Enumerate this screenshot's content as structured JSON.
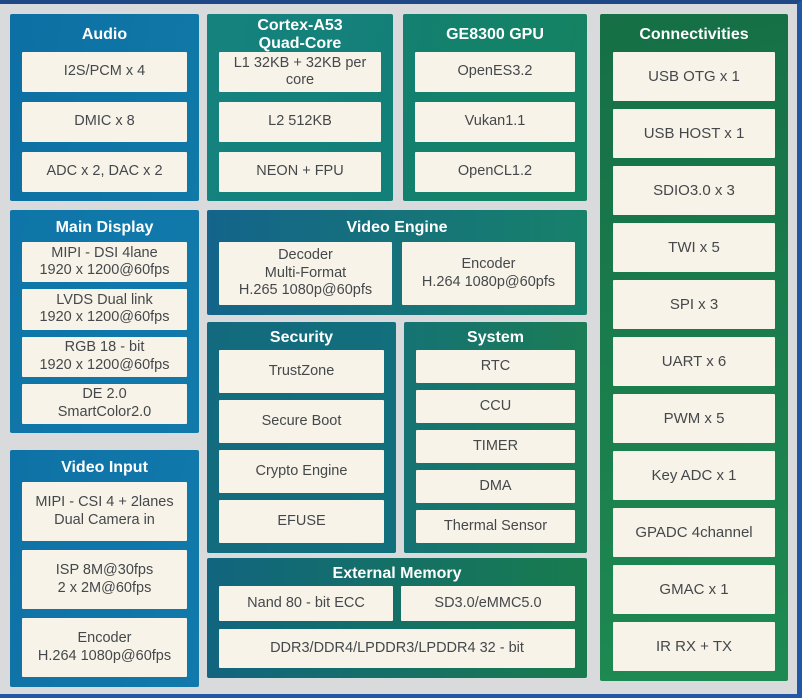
{
  "diagram": {
    "type": "soc-block-diagram",
    "colors": {
      "frame_top": "#1e4886",
      "frame_accent": "#2257a5",
      "background": "#d9dadc",
      "box_fill": "#f7f3e8",
      "box_text": "#45484b",
      "title_text": "#ffffff",
      "audio_block": "#0e74a5",
      "cpu_block": "#14817b",
      "gpu_block": "#148068",
      "connectivities_block": "#1a7d4c",
      "main_display_block": "#1078aa",
      "video_engine_left": "#14648b",
      "video_engine_right": "#17816a",
      "security_block": "#126d7d",
      "system_block": "#187864",
      "video_input_block": "#1076a9",
      "external_memory_left": "#11657f",
      "external_memory_right": "#187b4d"
    }
  },
  "blocks": {
    "audio": {
      "title": "Audio",
      "items": [
        "I2S/PCM x 4",
        "DMIC x 8",
        "ADC x 2, DAC x 2"
      ]
    },
    "cpu": {
      "title": "Cortex-A53\nQuad-Core",
      "items": [
        "L1 32KB + 32KB per core",
        "L2 512KB",
        "NEON + FPU"
      ]
    },
    "gpu": {
      "title": "GE8300 GPU",
      "items": [
        "OpenES3.2",
        "Vukan1.1",
        "OpenCL1.2"
      ]
    },
    "connectivities": {
      "title": "Connectivities",
      "items": [
        "USB OTG x 1",
        "USB HOST x 1",
        "SDIO3.0 x 3",
        "TWI x 5",
        "SPI x 3",
        "UART x 6",
        "PWM x 5",
        "Key ADC x 1",
        "GPADC 4channel",
        "GMAC x 1",
        "IR RX + TX"
      ]
    },
    "main_display": {
      "title": "Main Display",
      "items": [
        "MIPI - DSI 4lane\n1920 x 1200@60fps",
        "LVDS Dual link\n1920 x 1200@60fps",
        "RGB 18 - bit\n1920 x 1200@60fps",
        "DE 2.0\nSmartColor2.0"
      ]
    },
    "video_engine": {
      "title": "Video Engine",
      "items": [
        "Decoder\nMulti-Format\nH.265 1080p@60pfs",
        "Encoder\nH.264 1080p@60pfs"
      ]
    },
    "security": {
      "title": "Security",
      "items": [
        "TrustZone",
        "Secure Boot",
        "Crypto Engine",
        "EFUSE"
      ]
    },
    "system": {
      "title": "System",
      "items": [
        "RTC",
        "CCU",
        "TIMER",
        "DMA",
        "Thermal Sensor"
      ]
    },
    "video_input": {
      "title": "Video Input",
      "items": [
        "MIPI - CSI 4 + 2lanes\nDual Camera in",
        "ISP 8M@30fps\n2 x 2M@60fps",
        "Encoder\nH.264 1080p@60fps"
      ]
    },
    "external_memory": {
      "title": "External Memory",
      "items_top": [
        "Nand 80 - bit ECC",
        "SD3.0/eMMC5.0"
      ],
      "item_wide": "DDR3/DDR4/LPDDR3/LPDDR4 32 - bit"
    }
  }
}
